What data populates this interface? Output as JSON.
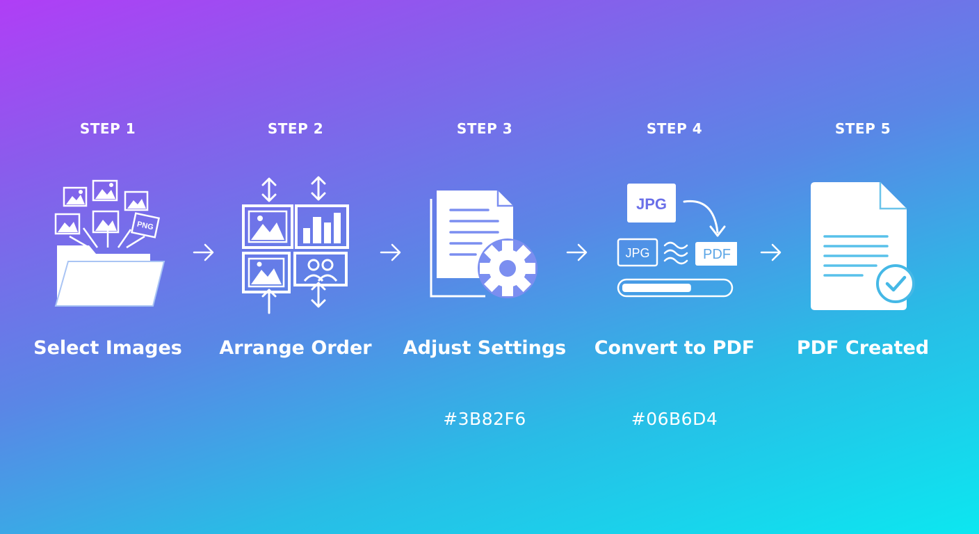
{
  "steps": [
    {
      "label": "STEP 1",
      "title": "Select Images",
      "icon": "image-folder-icon"
    },
    {
      "label": "STEP 2",
      "title": "Arrange Order",
      "icon": "arrange-images-icon"
    },
    {
      "label": "STEP 3",
      "title": "Adjust Settings",
      "icon": "document-gear-icon",
      "color": "#3B82F6"
    },
    {
      "label": "STEP 4",
      "title": "Convert to PDF",
      "icon": "jpg-to-pdf-icon",
      "color": "#06B6D4",
      "badges": {
        "top": "JPG",
        "left": "JPG",
        "right": "PDF"
      },
      "progress": 0.65
    },
    {
      "label": "STEP 5",
      "title": "PDF Created",
      "icon": "pdf-check-icon"
    }
  ],
  "colors": {
    "gradient_start": "#b03ef6",
    "gradient_end": "#0ce7f0",
    "icon": "#ffffff"
  }
}
